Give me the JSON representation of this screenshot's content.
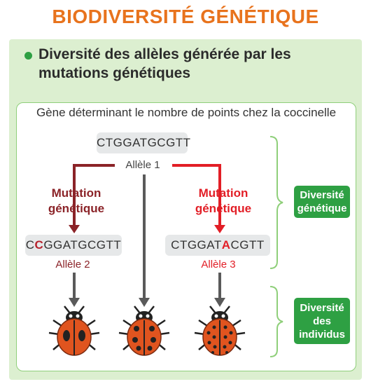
{
  "title": "BIODIVERSITÉ GÉNÉTIQUE",
  "subtitle": "Diversité des allèles générée par les mutations génétiques",
  "gene_title": "Gène déterminant le nombre de points chez la coccinelle",
  "allele1": {
    "seq": "CTGGATGCGTT",
    "label": "Allèle 1"
  },
  "allele2": {
    "seq_pre": "C",
    "seq_mut": "C",
    "seq_post": "GGATGCGTT",
    "label": "Allèle 2"
  },
  "allele3": {
    "seq_pre": "CTGGAT",
    "seq_mut": "A",
    "seq_post": "CGTT",
    "label": "Allèle 3"
  },
  "mutation_left": {
    "line1": "Mutation",
    "line2": "génétique"
  },
  "mutation_right": {
    "line1": "Mutation",
    "line2": "génétique"
  },
  "badge_genetic": {
    "line1": "Diversité",
    "line2": "génétique"
  },
  "badge_individuals": {
    "line1": "Diversité",
    "line2": "des",
    "line3": "individus"
  },
  "colors": {
    "title": "#e8731d",
    "green": "#2ea043",
    "dark_red": "#8b2328",
    "red": "#e21e26",
    "arrow_gray": "#5a5a5a"
  }
}
